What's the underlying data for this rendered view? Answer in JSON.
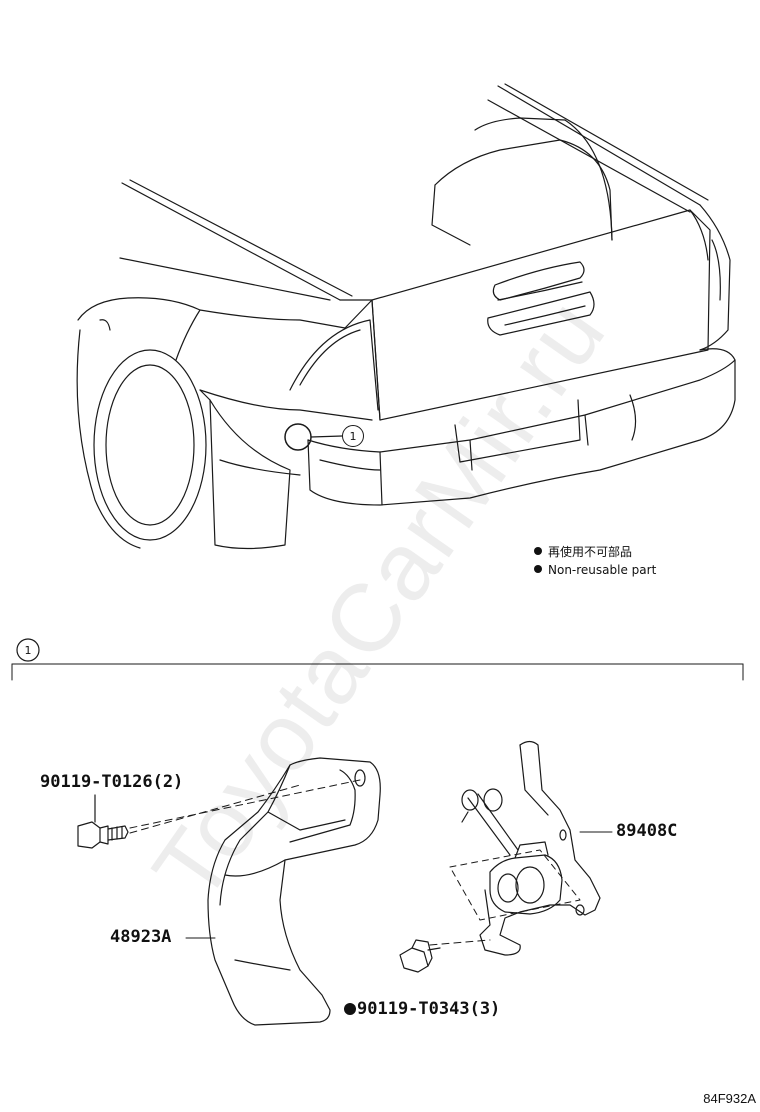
{
  "legend": {
    "line1": "再使用不可部品",
    "line2": "Non-reusable part"
  },
  "callout": {
    "number": "1"
  },
  "parts": {
    "bolt_top": "90119-T0126(2)",
    "sensor": "89408C",
    "bracket": "48923A",
    "bolt_bottom": "90119-T0343(3)"
  },
  "watermark": "ToyotaCarMir.ru",
  "diagram_code": "84F932A"
}
